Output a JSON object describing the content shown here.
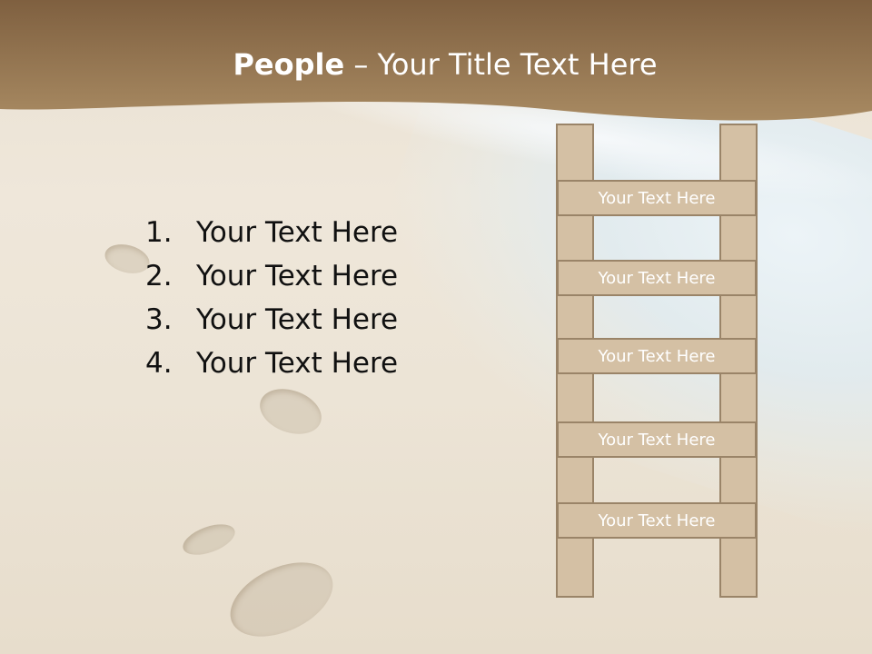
{
  "slide": {
    "title_bold": "People",
    "title_rest": " – Your Title Text Here",
    "list_items": [
      {
        "num": "1.",
        "text": "Your Text Here"
      },
      {
        "num": "2.",
        "text": "Your Text Here"
      },
      {
        "num": "3.",
        "text": "Your Text Here"
      },
      {
        "num": "4.",
        "text": "Your Text Here"
      }
    ],
    "ladder_steps": [
      "Your Text Here",
      "Your Text Here",
      "Your Text Here",
      "Your Text Here",
      "Your Text Here"
    ]
  },
  "colors": {
    "header": "#8e7047",
    "ladder_fill": "#d4c0a4",
    "ladder_border": "#9a8468",
    "sand": "#ece4d6"
  }
}
